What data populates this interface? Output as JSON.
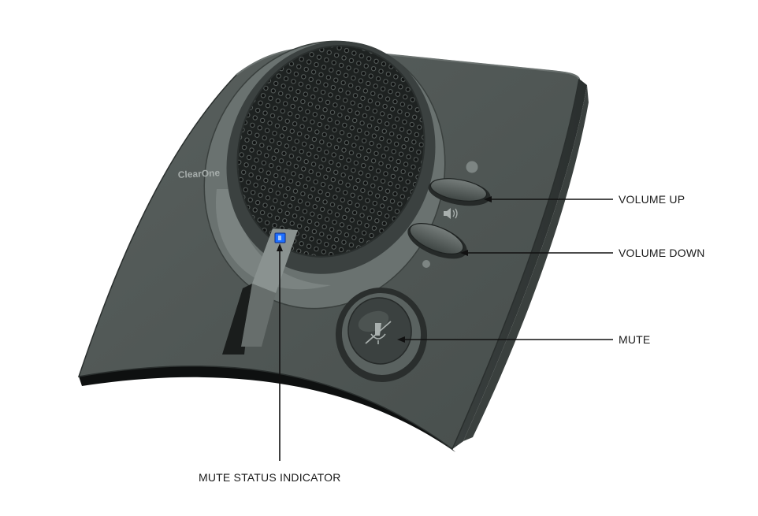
{
  "device": {
    "brand": "ClearOne",
    "body_color": "#4d5452",
    "edge_color": "#1f2322",
    "grille_color": "#242827",
    "led_color": "#1e6fff"
  },
  "callouts": {
    "volume_up": "VOLUME UP",
    "volume_down": "VOLUME DOWN",
    "mute": "MUTE",
    "mute_status_indicator": "MUTE STATUS INDICATOR"
  },
  "icons": {
    "volume_up": "dot-icon",
    "volume_down": "speaker-icon",
    "mute": "mute-microphone-icon"
  }
}
